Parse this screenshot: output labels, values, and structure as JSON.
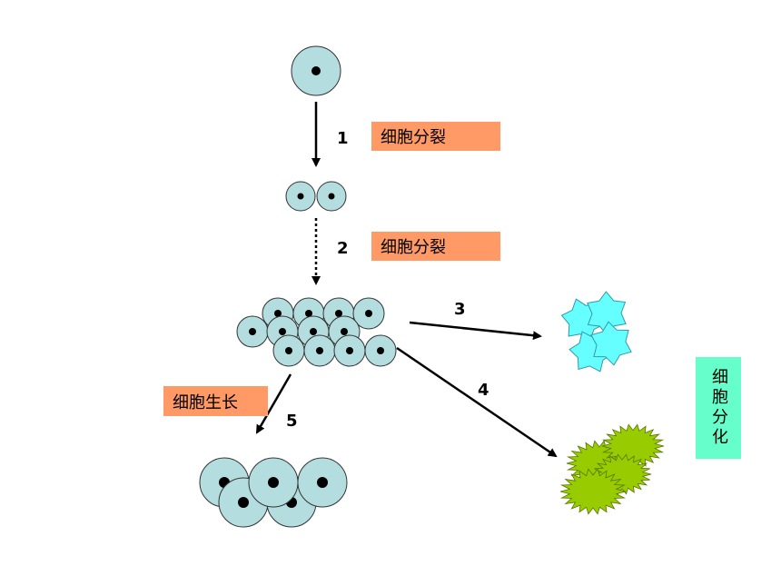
{
  "steps": [
    {
      "number": "1",
      "label": "细胞分裂"
    },
    {
      "number": "2",
      "label": "细胞分裂"
    },
    {
      "number": "3",
      "label": ""
    },
    {
      "number": "4",
      "label": ""
    },
    {
      "number": "5",
      "label": "细胞生长"
    }
  ],
  "differentiation_label": "细胞分化",
  "colors": {
    "cell_fill": "#b4dde0",
    "cell_stroke": "#333333",
    "label_orange": "#ff9966",
    "label_green": "#66ffcc",
    "star_cell": "#66ffff",
    "spiky_cell": "#99cc00"
  }
}
